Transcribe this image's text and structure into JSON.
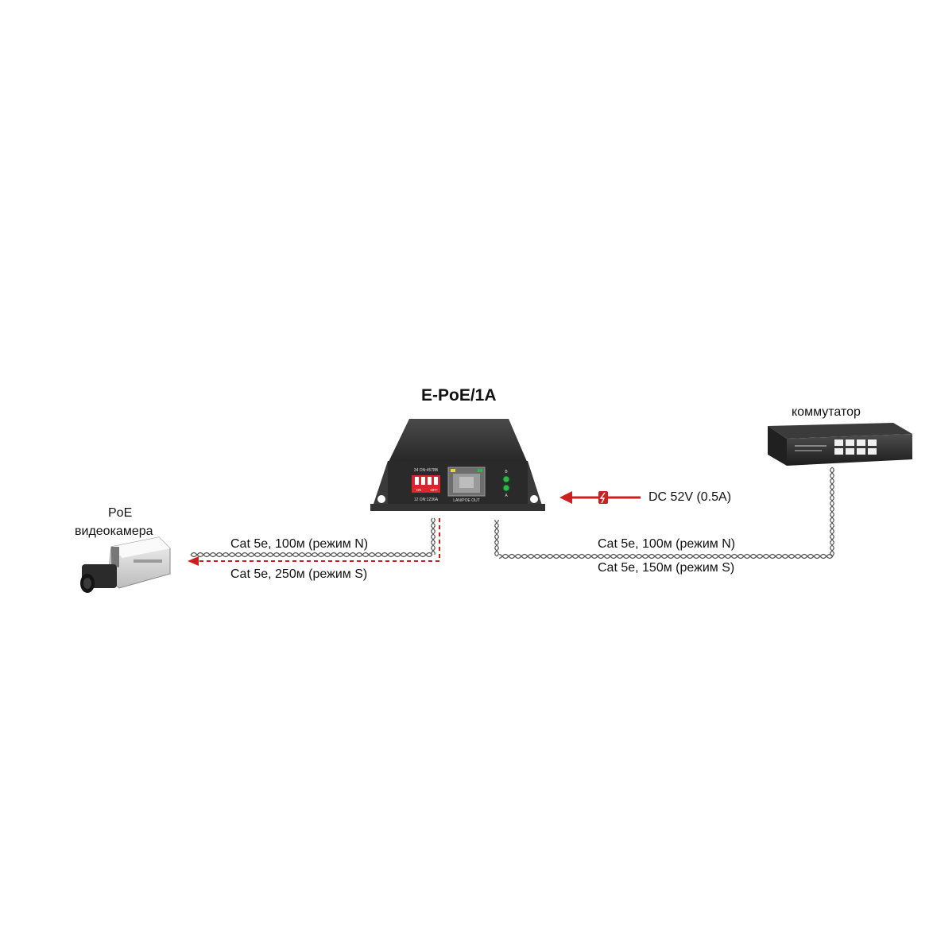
{
  "device": {
    "title": "E-PoE/1A",
    "dip_top": "34 ON:4578B",
    "dip_bottom": "12 ON:1236A",
    "dip_on": "ON",
    "dip_off": "OFF",
    "port_label": "LAN/POE OUT",
    "led_top": "B",
    "led_bottom": "A"
  },
  "camera": {
    "line1": "PoE",
    "line2": "видеокамера"
  },
  "switch": {
    "label": "коммутатор"
  },
  "power": {
    "label": "DC 52V (0.5A)"
  },
  "links": {
    "camera_n": "Cat 5e, 100м (режим N)",
    "camera_s": "Cat 5e, 250м (режим S)",
    "switch_n": "Cat 5e, 100м (режим N)",
    "switch_s": "Cat 5e, 150м (режим S)"
  },
  "colors": {
    "accent_red": "#cc1f1f",
    "device_body": "#2f2f2f",
    "dip_red": "#d8262c",
    "led_green": "#2fb84a"
  }
}
